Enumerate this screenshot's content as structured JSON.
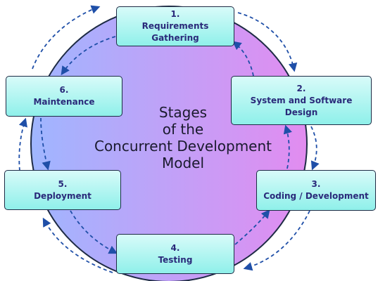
{
  "title_lines": [
    "Stages",
    "of the",
    "Concurrent Development",
    "Model"
  ],
  "stages": [
    {
      "number": "1.",
      "lines": [
        "Requirements Gathering"
      ]
    },
    {
      "number": "2.",
      "lines": [
        "System and Software",
        "Design"
      ]
    },
    {
      "number": "3.",
      "lines": [
        "Coding / Development"
      ]
    },
    {
      "number": "4.",
      "lines": [
        "Testing"
      ]
    },
    {
      "number": "5.",
      "lines": [
        "Deployment"
      ]
    },
    {
      "number": "6.",
      "lines": [
        "Maintenance"
      ]
    }
  ],
  "colors": {
    "circle_left": "#9fb6ff",
    "circle_right": "#e28cf0",
    "circle_border": "#1e2b45",
    "box_top": "#d8fbf9",
    "box_bottom": "#8ff0ea",
    "arrow": "#1f4fa8",
    "text": "#2a2a7a"
  }
}
